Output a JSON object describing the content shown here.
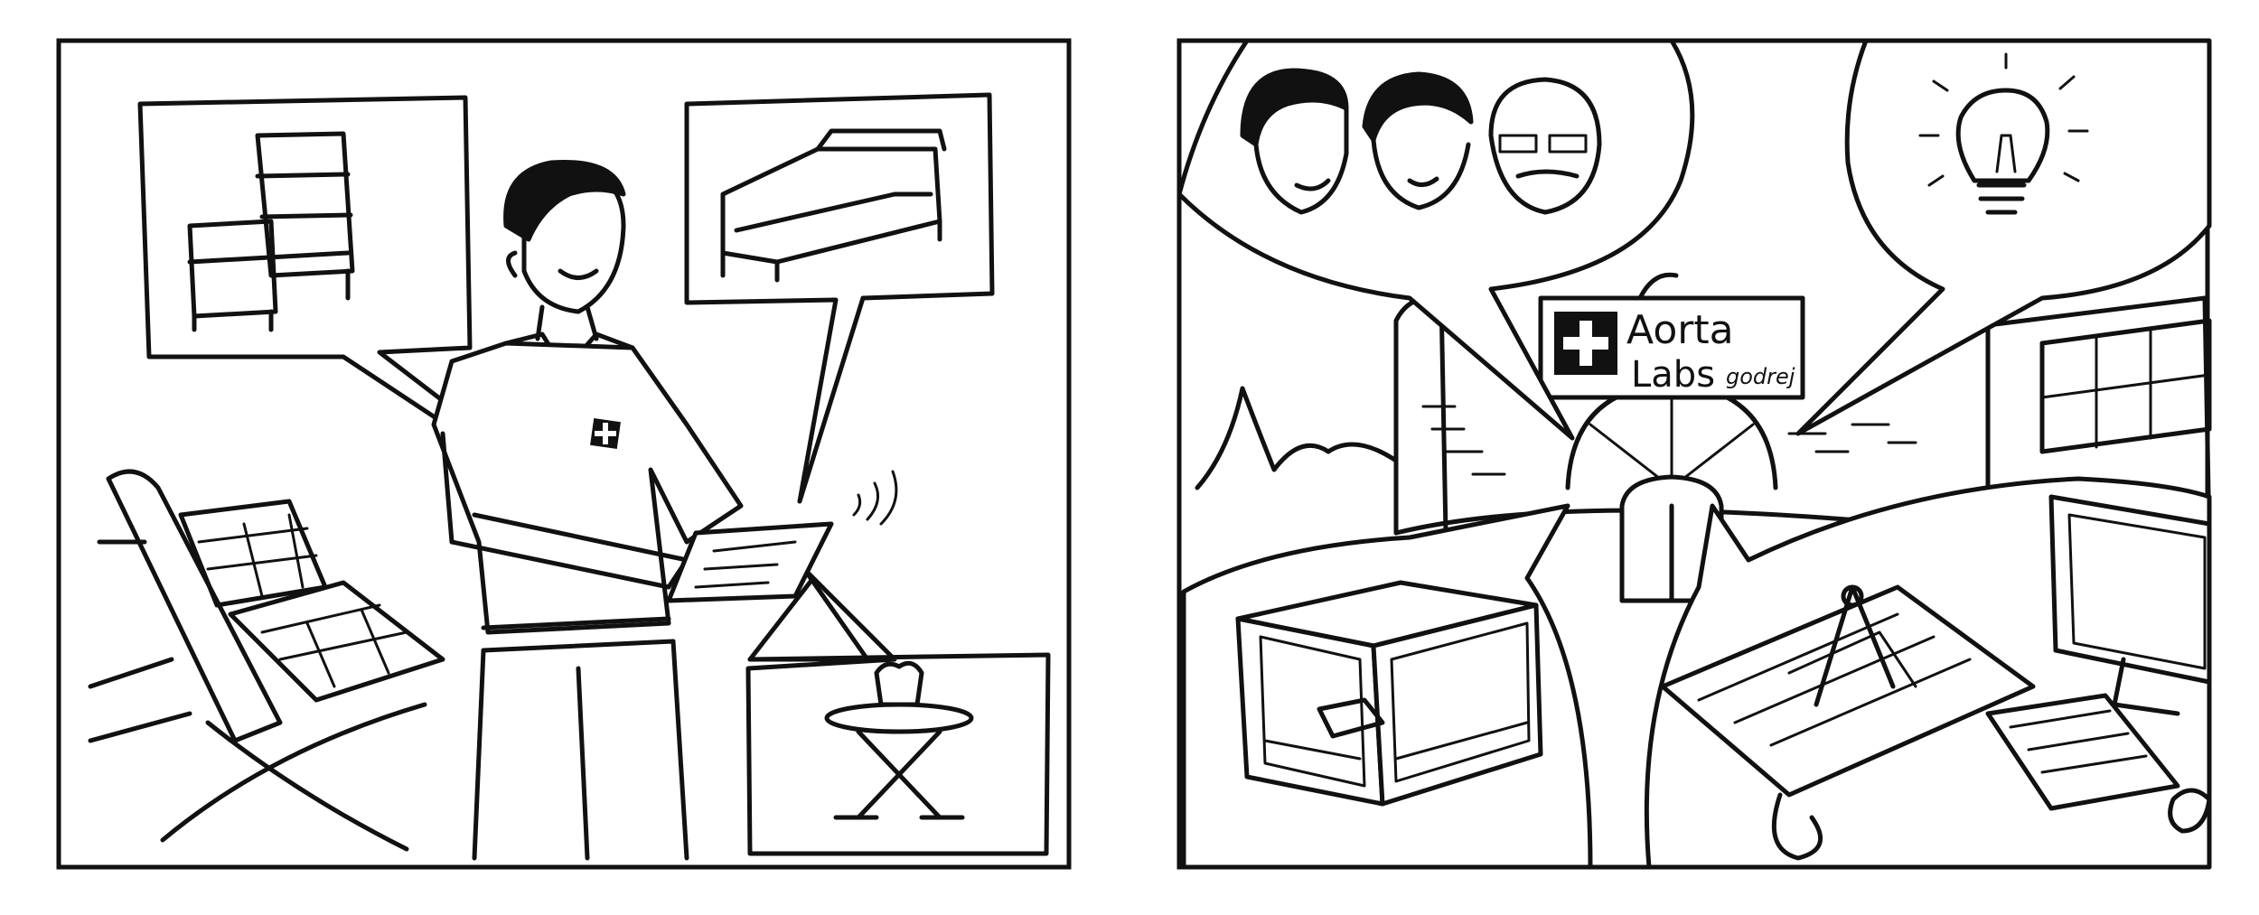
{
  "sign": {
    "line1": "Aorta",
    "line2": "Labs",
    "tag": "godrej"
  },
  "colors": {
    "ink": "#111111",
    "paper": "#ffffff"
  },
  "icons": {
    "logo": "medical-cross-icon",
    "idea": "lightbulb-icon",
    "wireless": "wifi-signal-icon"
  }
}
